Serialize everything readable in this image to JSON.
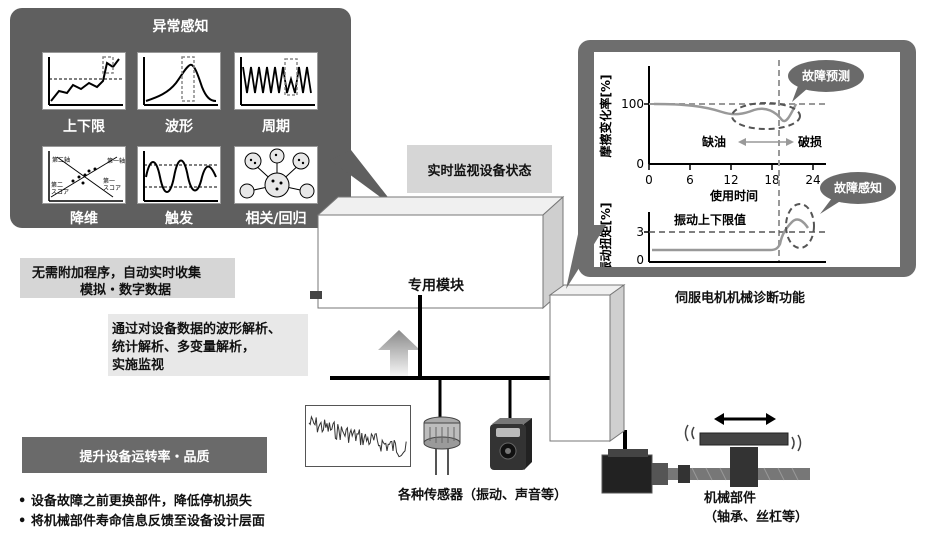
{
  "abnormal_detection": {
    "title": "异常感知",
    "methods": [
      {
        "label": "上下限",
        "icon": "upper-lower-limit-chart"
      },
      {
        "label": "波形",
        "icon": "waveform-chart"
      },
      {
        "label": "周期",
        "icon": "periodic-chart"
      },
      {
        "label": "降维",
        "icon": "dimension-reduction-chart"
      },
      {
        "label": "触发",
        "icon": "trigger-chart"
      },
      {
        "label": "相关/回归",
        "icon": "correlation-network"
      }
    ],
    "mini_texts": {
      "axis1": "第一轴",
      "axis2": "第二轴",
      "score1": "第一",
      "score1b": "スコア",
      "score2": "第二",
      "score2b": "スコア"
    }
  },
  "realtime_label": "实时监视设备状态",
  "module_label": "专用模块",
  "auto_collect": {
    "line1": "无需附加程序，自动实时收集",
    "line2": "模拟・数字数据"
  },
  "analysis_text": {
    "line1": "通过对设备数据的波形解析、",
    "line2": "统计解析、多变量解析，",
    "line3": "实施监视"
  },
  "improve_label": "提升设备运转率・品质",
  "bullets": [
    "• 设备故障之前更换部件，降低停机损失",
    "• 将机械部件寿命信息反馈至设备设计层面"
  ],
  "sensors_label": "各种传感器（振动、声音等）",
  "machine_part": {
    "line1": "机械部件",
    "line2": "（轴承、丝杠等）"
  },
  "diagnosis": {
    "caption": "伺服电机机械诊断功能",
    "fault_prediction": "故障预测",
    "fault_detection": "故障感知",
    "top_ylabel": "摩擦变化率[%]",
    "bottom_ylabel": "振动扭矩[%]",
    "xlabel": "使用时间",
    "oil_shortage": "缺油",
    "damage": "破损",
    "vibration_limit": "振动上下限值",
    "top_yticks": [
      "100",
      "0"
    ],
    "bottom_yticks": [
      "3",
      "0"
    ],
    "xticks": [
      "0",
      "6",
      "12",
      "18",
      "24"
    ]
  },
  "colors": {
    "panel_dark": "#5f5f5f",
    "panel_diag": "#6e6e6e",
    "box_gray": "#d6d6d6",
    "curve_gray": "#999999"
  }
}
